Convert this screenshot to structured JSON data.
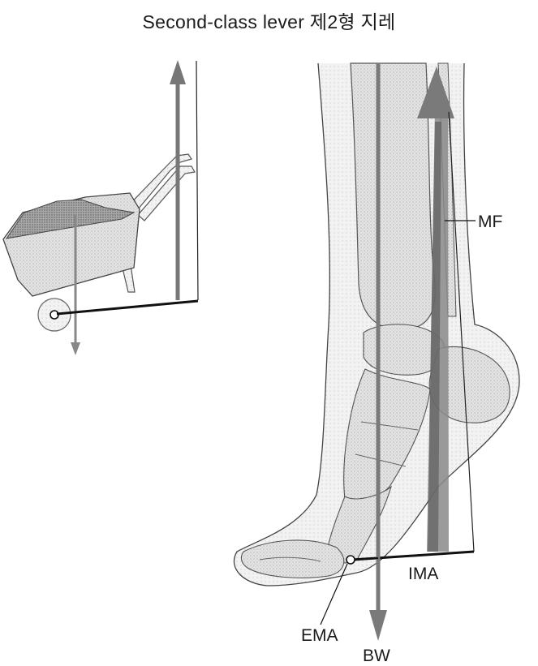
{
  "title": "Second-class lever 제2형 지레",
  "labels": {
    "mf": "MF",
    "ima": "IMA",
    "ema": "EMA",
    "bw": "BW"
  },
  "colors": {
    "arrow_dark": "#6a6a6a",
    "arrow_light": "#8a8a8a",
    "lever_line": "#111111",
    "fill_gray": "#cfcfcf",
    "fill_dark": "#9a9a9a"
  }
}
